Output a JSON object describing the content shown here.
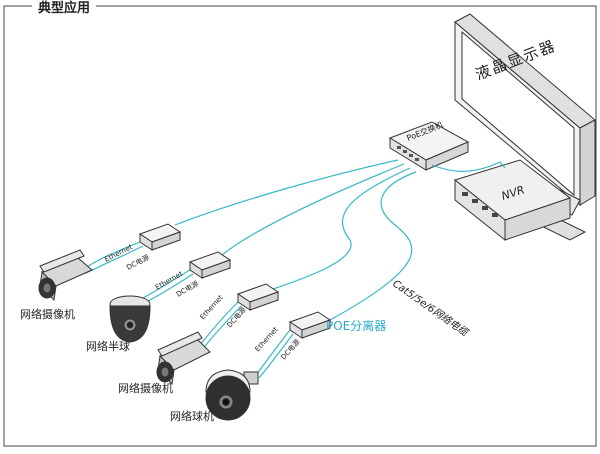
{
  "section_title": "典型应用",
  "monitor": {
    "label": "液晶显示器"
  },
  "nvr": {
    "label": "NVR"
  },
  "poe_switch": {
    "label": "PoE交换机"
  },
  "cable_label": "Cat5/5e/6网络电缆",
  "splitter_label": "POE分离器",
  "branches": [
    {
      "device": "网络摄像机",
      "ethernet": "Ethernet",
      "dc": "DC电源"
    },
    {
      "device": "网络半球",
      "ethernet": "Ethernet",
      "dc": "DC电源"
    },
    {
      "device": "网络摄像机",
      "ethernet": "Ethernet",
      "dc": "DC电源"
    },
    {
      "device": "网络球机",
      "ethernet": "Ethernet",
      "dc": "DC电源"
    }
  ],
  "colors": {
    "cable": "#35b9c6",
    "splitter_label": "#2aa9c8"
  }
}
